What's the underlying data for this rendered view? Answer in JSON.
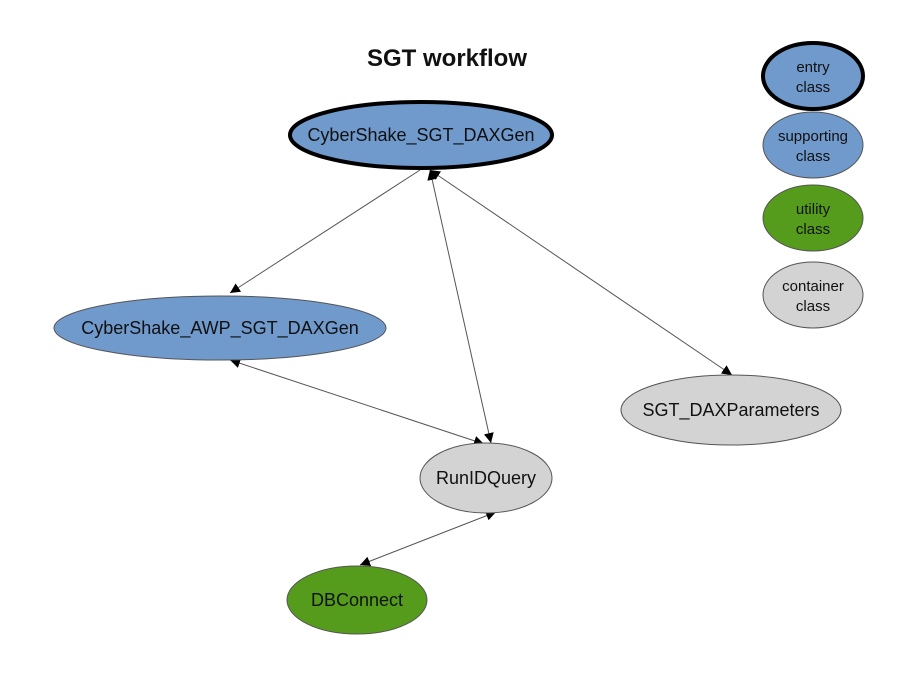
{
  "title": "SGT workflow",
  "colors": {
    "supporting": "#7099cc",
    "utility": "#569c1c",
    "container": "#d3d3d3",
    "edge": "#555555"
  },
  "nodes": [
    {
      "id": "sgt_daxgen",
      "label": "CyberShake_SGT_DAXGen",
      "kind": "entry"
    },
    {
      "id": "awp_sgt_daxgen",
      "label": "CyberShake_AWP_SGT_DAXGen",
      "kind": "supporting"
    },
    {
      "id": "sgt_daxparameters",
      "label": "SGT_DAXParameters",
      "kind": "container"
    },
    {
      "id": "runidquery",
      "label": "RunIDQuery",
      "kind": "container"
    },
    {
      "id": "dbconnect",
      "label": "DBConnect",
      "kind": "utility"
    }
  ],
  "edges": [
    {
      "from": "sgt_daxgen",
      "to": "awp_sgt_daxgen",
      "bidirectional": false
    },
    {
      "from": "sgt_daxgen",
      "to": "runidquery",
      "bidirectional": true
    },
    {
      "from": "sgt_daxgen",
      "to": "sgt_daxparameters",
      "bidirectional": true
    },
    {
      "from": "awp_sgt_daxgen",
      "to": "runidquery",
      "bidirectional": true
    },
    {
      "from": "runidquery",
      "to": "dbconnect",
      "bidirectional": true
    }
  ],
  "legend": [
    {
      "line1": "entry",
      "line2": "class",
      "kind": "entry"
    },
    {
      "line1": "supporting",
      "line2": "class",
      "kind": "supporting"
    },
    {
      "line1": "utility",
      "line2": "class",
      "kind": "utility"
    },
    {
      "line1": "container",
      "line2": "class",
      "kind": "container"
    }
  ]
}
